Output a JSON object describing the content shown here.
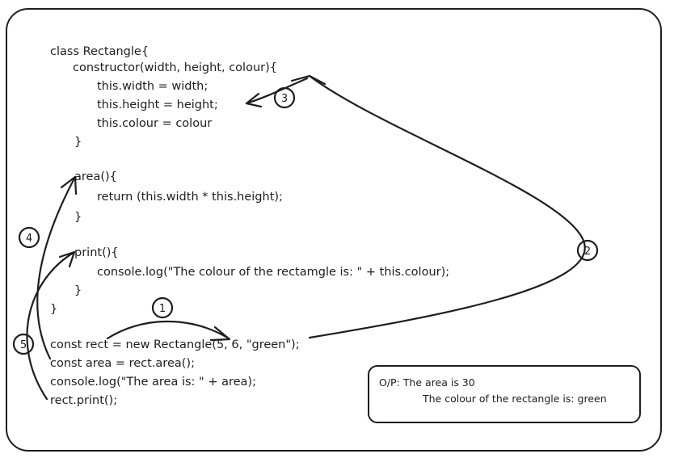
{
  "code": {
    "class_header": "class Rectangle{",
    "constructor_sig": "constructor(width, height, colour){",
    "ctor_line1": "this.width = width;",
    "ctor_line2": "this.height = height;",
    "ctor_line3": "this.colour = colour",
    "ctor_close": "}",
    "area_sig": "area(){",
    "area_body": "return (this.width * this.height);",
    "area_close": "}",
    "print_sig": "print(){",
    "print_body": "console.log(\"The colour of the rectamgle is: \" + this.colour);",
    "print_close": "}",
    "class_close": "}",
    "line_rect": "const rect = new Rectangle(5, 6, \"green\");",
    "line_area": "const area = rect.area();",
    "line_log": "console.log(\"The area is: \" + area);",
    "line_print": "rect.print();"
  },
  "output": {
    "line1": "O/P: The area is 30",
    "line2": "The colour of the rectangle is: green"
  },
  "steps": [
    "1",
    "2",
    "3",
    "4",
    "5"
  ],
  "colors": {
    "ink": "#1e1e1e",
    "background": "#ffffff"
  }
}
